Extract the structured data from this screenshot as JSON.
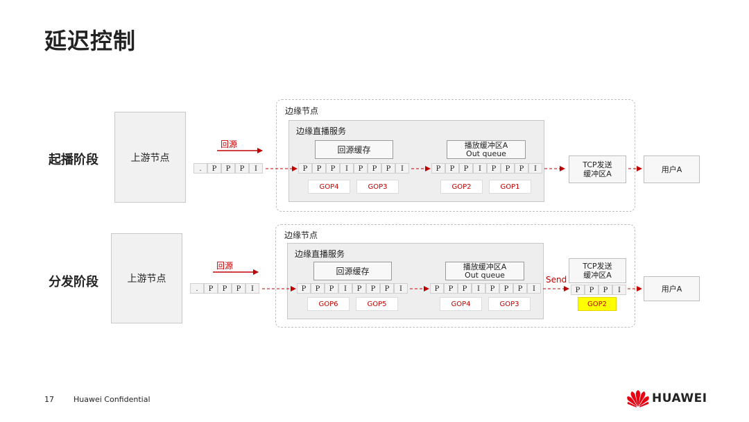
{
  "title": "延迟控制",
  "stage1": {
    "label": "起播阶段",
    "upstream": "上游节点",
    "back_to_source": "回源",
    "upstream_seq": [
      ".",
      "P",
      "P",
      "P",
      "I"
    ],
    "edge_label": "边缘节点",
    "service_label": "边缘直播服务",
    "cache_label": "回源缓存",
    "play_buffer_l1": "播放缓冲区A",
    "play_buffer_l2": "Out queue",
    "cache_seq": [
      "P",
      "P",
      "P",
      "I",
      "P",
      "P",
      "P",
      "I"
    ],
    "queue_seq": [
      "P",
      "P",
      "P",
      "I",
      "P",
      "P",
      "P",
      "I"
    ],
    "gops": [
      "GOP4",
      "GOP3",
      "GOP2",
      "GOP1"
    ],
    "tcp_l1": "TCP发送",
    "tcp_l2": "缓冲区A",
    "user": "用户A"
  },
  "stage2": {
    "label": "分发阶段",
    "upstream": "上游节点",
    "back_to_source": "回源",
    "upstream_seq": [
      ".",
      "P",
      "P",
      "P",
      "I"
    ],
    "edge_label": "边缘节点",
    "service_label": "边缘直播服务",
    "cache_label": "回源缓存",
    "play_buffer_l1": "播放缓冲区A",
    "play_buffer_l2": "Out queue",
    "cache_seq": [
      "P",
      "P",
      "P",
      "I",
      "P",
      "P",
      "P",
      "I"
    ],
    "queue_seq": [
      "P",
      "P",
      "P",
      "I",
      "P",
      "P",
      "P",
      "I"
    ],
    "gops": [
      "GOP6",
      "GOP5",
      "GOP4",
      "GOP3"
    ],
    "send": "Send",
    "tcp_l1": "TCP发送",
    "tcp_l2": "缓冲区A",
    "tcp_seq": [
      "P",
      "P",
      "P",
      "I"
    ],
    "tcp_gop": "GOP2",
    "user": "用户A"
  },
  "footer": {
    "page": "17",
    "confidential": "Huawei Confidential",
    "brand": "HUAWEI"
  },
  "colors": {
    "accent_red": "#c00000",
    "highlight": "#ffff00",
    "brand_red": "#e60012"
  }
}
